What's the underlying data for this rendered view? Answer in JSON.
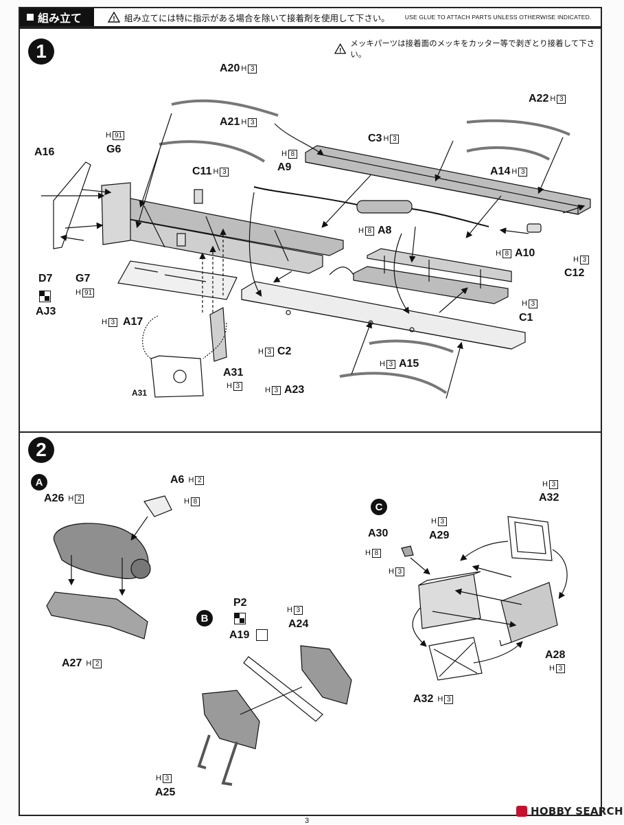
{
  "header": {
    "title": "組み立て",
    "warning_jp": "組み立てには特に指示がある場合を除いて接着剤を使用して下さい。",
    "warning_en": "USE GLUE TO ATTACH PARTS UNLESS OTHERWISE INDICATED."
  },
  "step1": {
    "number": "1",
    "note": "メッキパーツは接着面のメッキをカッター等で剥ぎとり接着して下さい。",
    "parts": {
      "A20": {
        "name": "A20",
        "h": "H",
        "hn": "3"
      },
      "A21": {
        "name": "A21",
        "h": "H",
        "hn": "3"
      },
      "A22": {
        "name": "A22",
        "h": "H",
        "hn": "3"
      },
      "C3": {
        "name": "C3",
        "h": "H",
        "hn": "3"
      },
      "A16": {
        "name": "A16"
      },
      "G6": {
        "name": "G6",
        "h": "H",
        "hn": "91"
      },
      "C11": {
        "name": "C11",
        "h": "H",
        "hn": "3"
      },
      "A9": {
        "name": "A9",
        "h": "H",
        "hn": "8"
      },
      "A14": {
        "name": "A14",
        "h": "H",
        "hn": "3"
      },
      "A8": {
        "name": "A8",
        "h": "H",
        "hn": "8"
      },
      "A10": {
        "name": "A10",
        "h": "H",
        "hn": "8"
      },
      "C12": {
        "name": "C12",
        "h": "H",
        "hn": "3"
      },
      "D7": {
        "name": "D7"
      },
      "AJ3": {
        "name": "AJ3"
      },
      "G7": {
        "name": "G7",
        "h": "H",
        "hn": "91"
      },
      "A17": {
        "name": "A17",
        "h": "H",
        "hn": "3"
      },
      "C1": {
        "name": "C1",
        "h": "H",
        "hn": "3"
      },
      "C2": {
        "name": "C2",
        "h": "H",
        "hn": "3"
      },
      "A15": {
        "name": "A15",
        "h": "H",
        "hn": "3"
      },
      "A31": {
        "name": "A31",
        "h": "H",
        "hn": "3"
      },
      "A31_detail": {
        "name": "A31"
      },
      "A23": {
        "name": "A23",
        "h": "H",
        "hn": "3"
      }
    }
  },
  "step2": {
    "number": "2",
    "sub_a": "A",
    "sub_b": "B",
    "sub_c": "C",
    "parts": {
      "A6": {
        "name": "A6",
        "h": "H",
        "hn": "2"
      },
      "A6_b": {
        "h": "H",
        "hn": "8"
      },
      "A26": {
        "name": "A26",
        "h": "H",
        "hn": "2"
      },
      "A27": {
        "name": "A27",
        "h": "H",
        "hn": "2"
      },
      "P2": {
        "name": "P2"
      },
      "A19": {
        "name": "A19"
      },
      "A24": {
        "name": "A24",
        "h": "H",
        "hn": "3"
      },
      "A25": {
        "name": "A25",
        "h": "H",
        "hn": "3"
      },
      "A30": {
        "name": "A30",
        "h": "H",
        "hn": "8",
        "hn2": "3"
      },
      "A29": {
        "name": "A29",
        "h": "H",
        "hn": "3"
      },
      "A32": {
        "name": "A32",
        "h": "H",
        "hn": "3"
      },
      "A28": {
        "name": "A28",
        "h": "H",
        "hn": "3"
      },
      "A32_b": {
        "name": "A32",
        "h": "H",
        "hn": "3"
      }
    }
  },
  "footer": {
    "page_number": "3",
    "watermark": "HOBBY SEARCH"
  }
}
